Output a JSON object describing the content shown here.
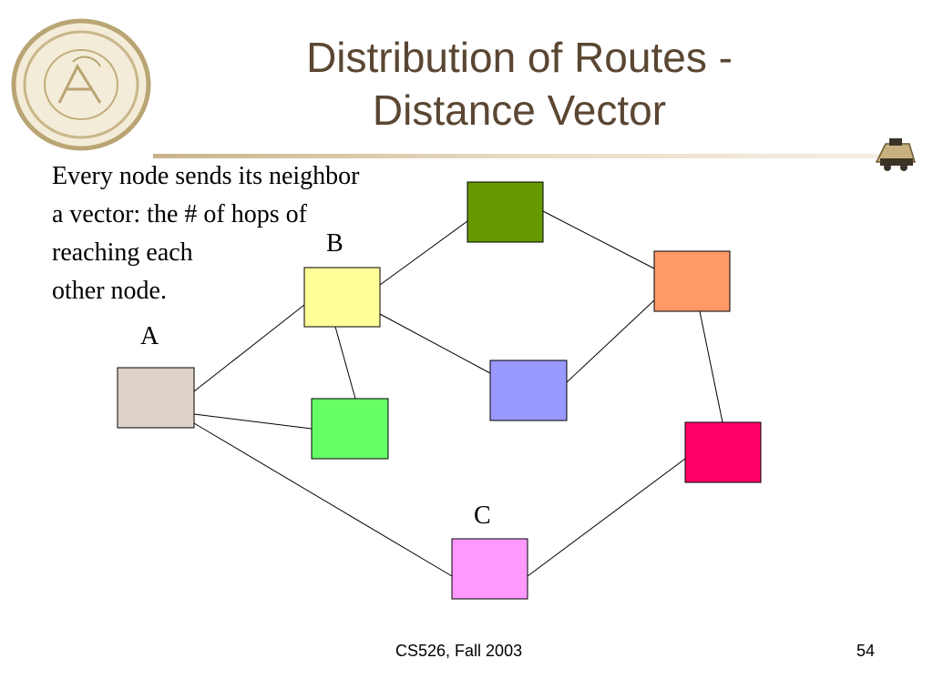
{
  "slide": {
    "title_line1": "Distribution of Routes -",
    "title_line2": "Distance Vector",
    "body_lines": [
      "Every node sends its neighbor",
      "a vector: the # of hops of",
      "reaching each",
      "other node."
    ],
    "footer_course": "CS526, Fall 2003",
    "page_number": "54"
  },
  "diagram": {
    "node_labels": {
      "A": "A",
      "B": "B",
      "C": "C"
    },
    "nodes": [
      {
        "id": "A",
        "color": "#ddd3c8"
      },
      {
        "id": "B",
        "color": "#ffff99"
      },
      {
        "id": "green",
        "color": "#66ff66"
      },
      {
        "id": "olive",
        "color": "#669900"
      },
      {
        "id": "blue",
        "color": "#9999ff"
      },
      {
        "id": "orange",
        "color": "#ff9966"
      },
      {
        "id": "red",
        "color": "#ff0066"
      },
      {
        "id": "C",
        "color": "#ff99ff"
      }
    ],
    "edges": [
      [
        "A",
        "B"
      ],
      [
        "A",
        "green"
      ],
      [
        "A",
        "C"
      ],
      [
        "B",
        "olive"
      ],
      [
        "B",
        "green"
      ],
      [
        "B",
        "blue"
      ],
      [
        "olive",
        "orange"
      ],
      [
        "blue",
        "orange"
      ],
      [
        "orange",
        "red"
      ],
      [
        "red",
        "C"
      ]
    ]
  }
}
